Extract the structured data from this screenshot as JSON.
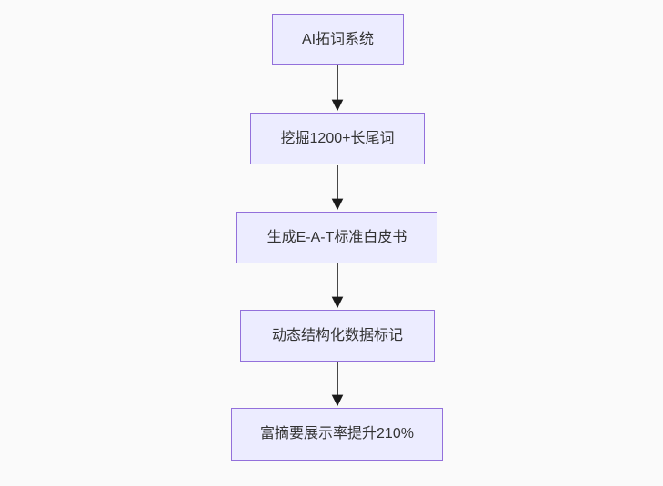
{
  "diagram": {
    "type": "flowchart",
    "direction": "top-down",
    "nodes": [
      {
        "id": "n1",
        "label": "AI拓词系统"
      },
      {
        "id": "n2",
        "label": "挖掘1200+长尾词"
      },
      {
        "id": "n3",
        "label": "生成E-A-T标准白皮书"
      },
      {
        "id": "n4",
        "label": "动态结构化数据标记"
      },
      {
        "id": "n5",
        "label": "富摘要展示率提升210%"
      }
    ],
    "edges": [
      {
        "from": "AI拓词系统",
        "to": "挖掘1200+长尾词"
      },
      {
        "from": "挖掘1200+长尾词",
        "to": "生成E-A-T标准白皮书"
      },
      {
        "from": "生成E-A-T标准白皮书",
        "to": "动态结构化数据标记"
      },
      {
        "from": "动态结构化数据标记",
        "to": "富摘要展示率提升210%"
      }
    ],
    "colors": {
      "node_fill": "#ececff",
      "node_border": "#9370db",
      "edge_line": "#333333",
      "arrowhead": "#1a1a1a",
      "text": "#333333",
      "background": "#fafafa"
    }
  }
}
